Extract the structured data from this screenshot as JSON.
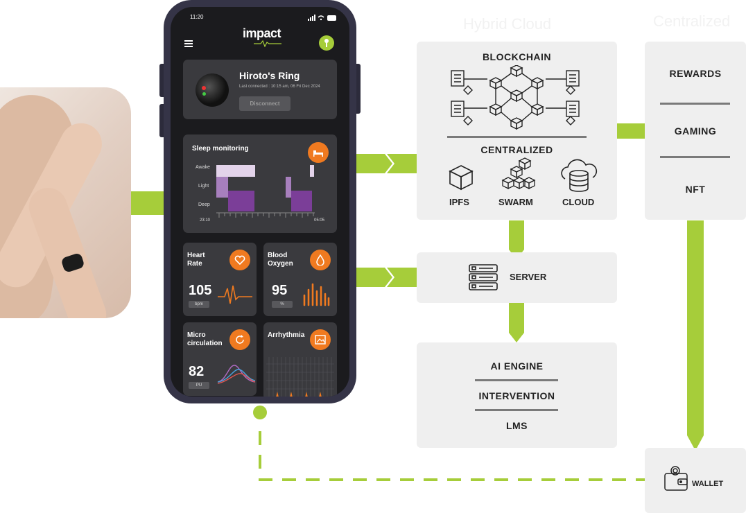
{
  "phone": {
    "time": "11:20",
    "logo": "impact",
    "device_card": {
      "title": "Hiroto's Ring",
      "subtitle": "Last connected : 10:15 am, 06 Fri Dec 2024",
      "button": "Disconnect"
    },
    "sleep": {
      "title": "Sleep monitoring",
      "levels": [
        "Awake",
        "Light",
        "Deep"
      ],
      "start_time": "23:10",
      "end_time": "05:05"
    },
    "metrics": [
      {
        "title_line1": "Heart",
        "title_line2": "Rate",
        "value": "105",
        "unit": "bpm"
      },
      {
        "title_line1": "Blood",
        "title_line2": "Oxygen",
        "value": "95",
        "unit": "%"
      },
      {
        "title_line1": "Micro",
        "title_line2": "circulation",
        "value": "82",
        "unit": "PU"
      },
      {
        "title_line1": "Arrhythmia",
        "title_line2": "",
        "value": "",
        "unit": ""
      }
    ]
  },
  "diagram": {
    "hybrid_cloud_label": "Hybrid Cloud",
    "centralized_header": "Centralized",
    "blockchain": "BLOCKCHAIN",
    "centralized": "CENTRALIZED",
    "storage": [
      "IPFS",
      "SWARM",
      "CLOUD"
    ],
    "server": "SERVER",
    "ai_box": [
      "AI ENGINE",
      "INTERVENTION",
      "LMS"
    ],
    "right_box": [
      "REWARDS",
      "GAMING",
      "NFT"
    ],
    "wallet": "WALLET"
  },
  "colors": {
    "accent_green": "#a6cd3a",
    "accent_orange": "#f07a20",
    "sleep_purple": "#7b3e98",
    "sleep_light": "#a77fbd",
    "sleep_pale": "#e3d3ea",
    "phone_frame": "#353447",
    "box_bg": "#efefef"
  },
  "icons": [
    "hamburger-icon",
    "profile-icon",
    "bed-icon",
    "heart-icon",
    "drop-icon",
    "refresh-icon",
    "image-icon",
    "server-icon",
    "cube-icon",
    "cubes-icon",
    "database-cloud-icon",
    "wallet-icon",
    "document-icon"
  ]
}
